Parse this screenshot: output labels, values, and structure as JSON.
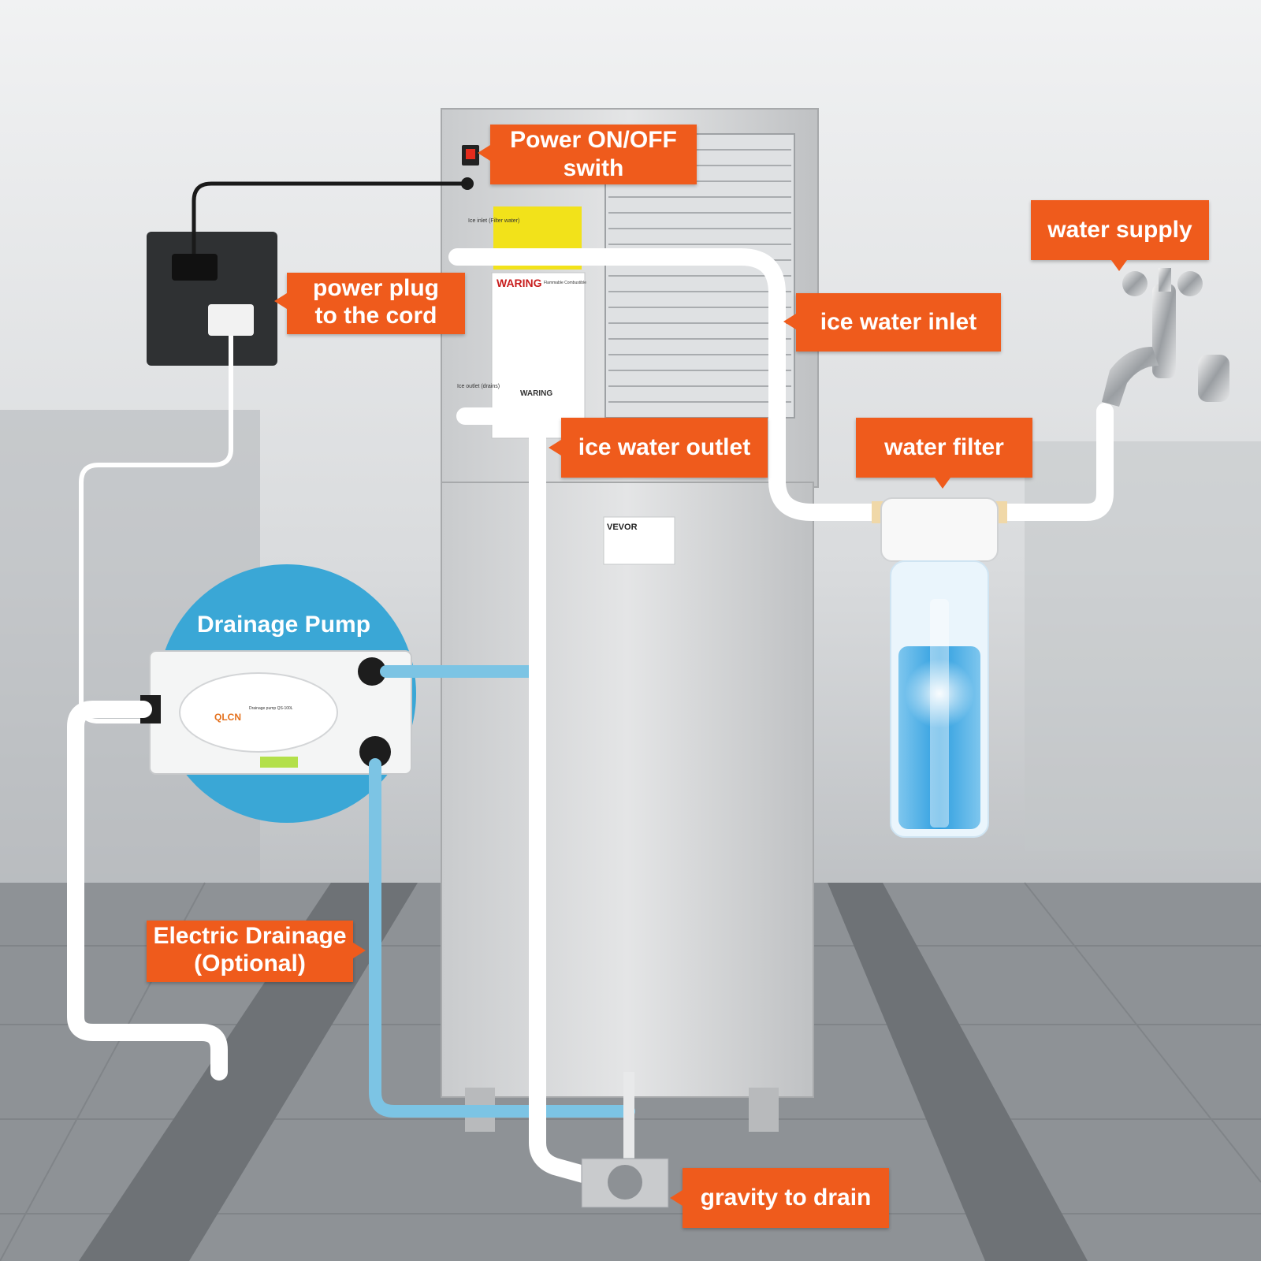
{
  "callouts": {
    "power_switch": {
      "line1": "Power ON/OFF",
      "line2": "swith"
    },
    "power_plug": {
      "line1": "power plug",
      "line2": "to the cord"
    },
    "water_supply": {
      "label": "water supply"
    },
    "ice_water_inlet": {
      "label": "ice water inlet"
    },
    "ice_water_outlet": {
      "label": "ice water outlet"
    },
    "water_filter": {
      "label": "water filter"
    },
    "electric_drainage": {
      "line1": "Electric Drainage",
      "line2": "(Optional)"
    },
    "gravity_drain": {
      "label": "gravity to drain"
    }
  },
  "pump": {
    "title": "Drainage Pump",
    "brand": "QLCN",
    "model": "Drainage pump QS-100L"
  },
  "machine": {
    "brand": "VEVOR",
    "warning_label": "WARING",
    "warning_sub": "Flammable Combustible",
    "warning_label_2": "WARING",
    "port_inlet": "Ice inlet (Filter water)",
    "port_outlet": "Ice outlet (drains)"
  },
  "colors": {
    "callout": "#ef5b1c",
    "pump_circle": "#3aa7d6",
    "pipe_white": "#ffffff",
    "pipe_blue": "#7cc4e4",
    "filter_water": "#2f9fe0"
  }
}
